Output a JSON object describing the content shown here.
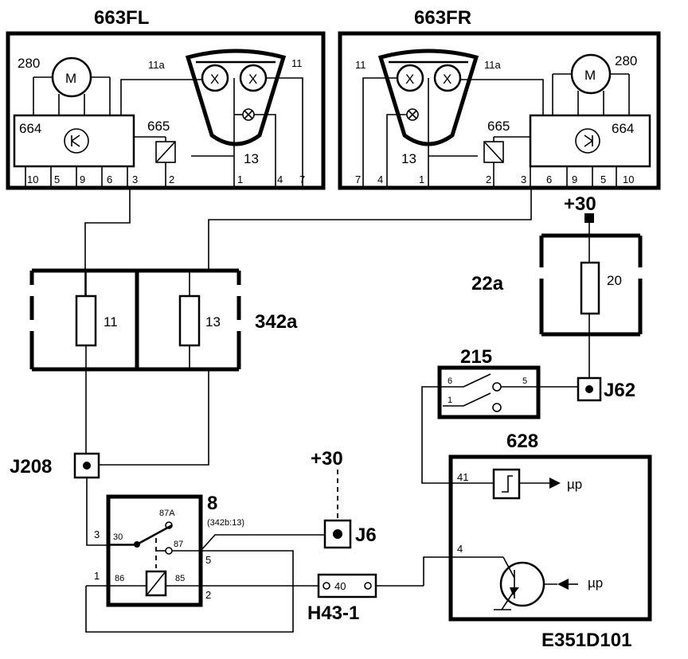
{
  "diagram": {
    "component_left": {
      "id": "663FL",
      "motor_id": "280",
      "motor_symbol": "M",
      "module_id": "664",
      "relay_id": "665",
      "lamp_id": "13",
      "bulb_symbol": "X",
      "pin_11a": "11a",
      "pin_11": "11",
      "pins": [
        "10",
        "5",
        "9",
        "6",
        "3",
        "2",
        "1",
        "4",
        "7"
      ]
    },
    "component_right": {
      "id": "663FR",
      "motor_id": "280",
      "motor_symbol": "M",
      "module_id": "664",
      "relay_id": "665",
      "lamp_id": "13",
      "bulb_symbol": "X",
      "pin_11a": "11a",
      "pin_11": "11",
      "pins": [
        "7",
        "4",
        "1",
        "2",
        "3",
        "6",
        "9",
        "5",
        "10"
      ]
    },
    "fuse_box": {
      "id": "342a",
      "fuse_a": "11",
      "fuse_b": "13"
    },
    "fuse_22a": {
      "id": "22a",
      "rating": "20",
      "supply": "+30"
    },
    "switch_215": {
      "id": "215",
      "pin_6": "6",
      "pin_1": "1",
      "pin_5": "5"
    },
    "connector_j62": "J62",
    "connector_j208": "J208",
    "connector_j6": "J6",
    "supply_j6": "+30",
    "relay_8": {
      "id": "8",
      "ref": "(342b:13)",
      "pin_87a": "87A",
      "pin_87": "87",
      "pin_30": "30",
      "pin_86": "86",
      "pin_85": "85",
      "term_3": "3",
      "term_1": "1",
      "term_5": "5",
      "term_2": "2"
    },
    "connector_h43": {
      "id": "H43-1",
      "pin": "40"
    },
    "control_628": {
      "id": "628",
      "pin_41": "41",
      "pin_4": "4",
      "out_1": "µp",
      "out_2": "µp"
    },
    "drawing_ref": "E351D101"
  }
}
